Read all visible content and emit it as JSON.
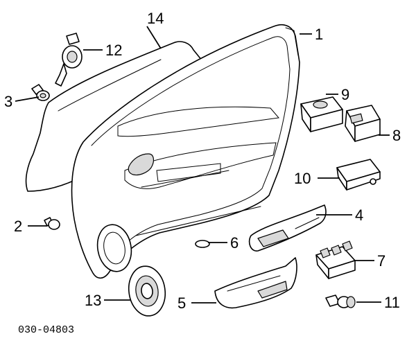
{
  "callouts": {
    "c1": "1",
    "c2": "2",
    "c3": "3",
    "c4": "4",
    "c5": "5",
    "c6": "6",
    "c7": "7",
    "c8": "8",
    "c9": "9",
    "c10": "10",
    "c11": "11",
    "c12": "12",
    "c13": "13",
    "c14": "14"
  },
  "diagram_code": "030-04803"
}
